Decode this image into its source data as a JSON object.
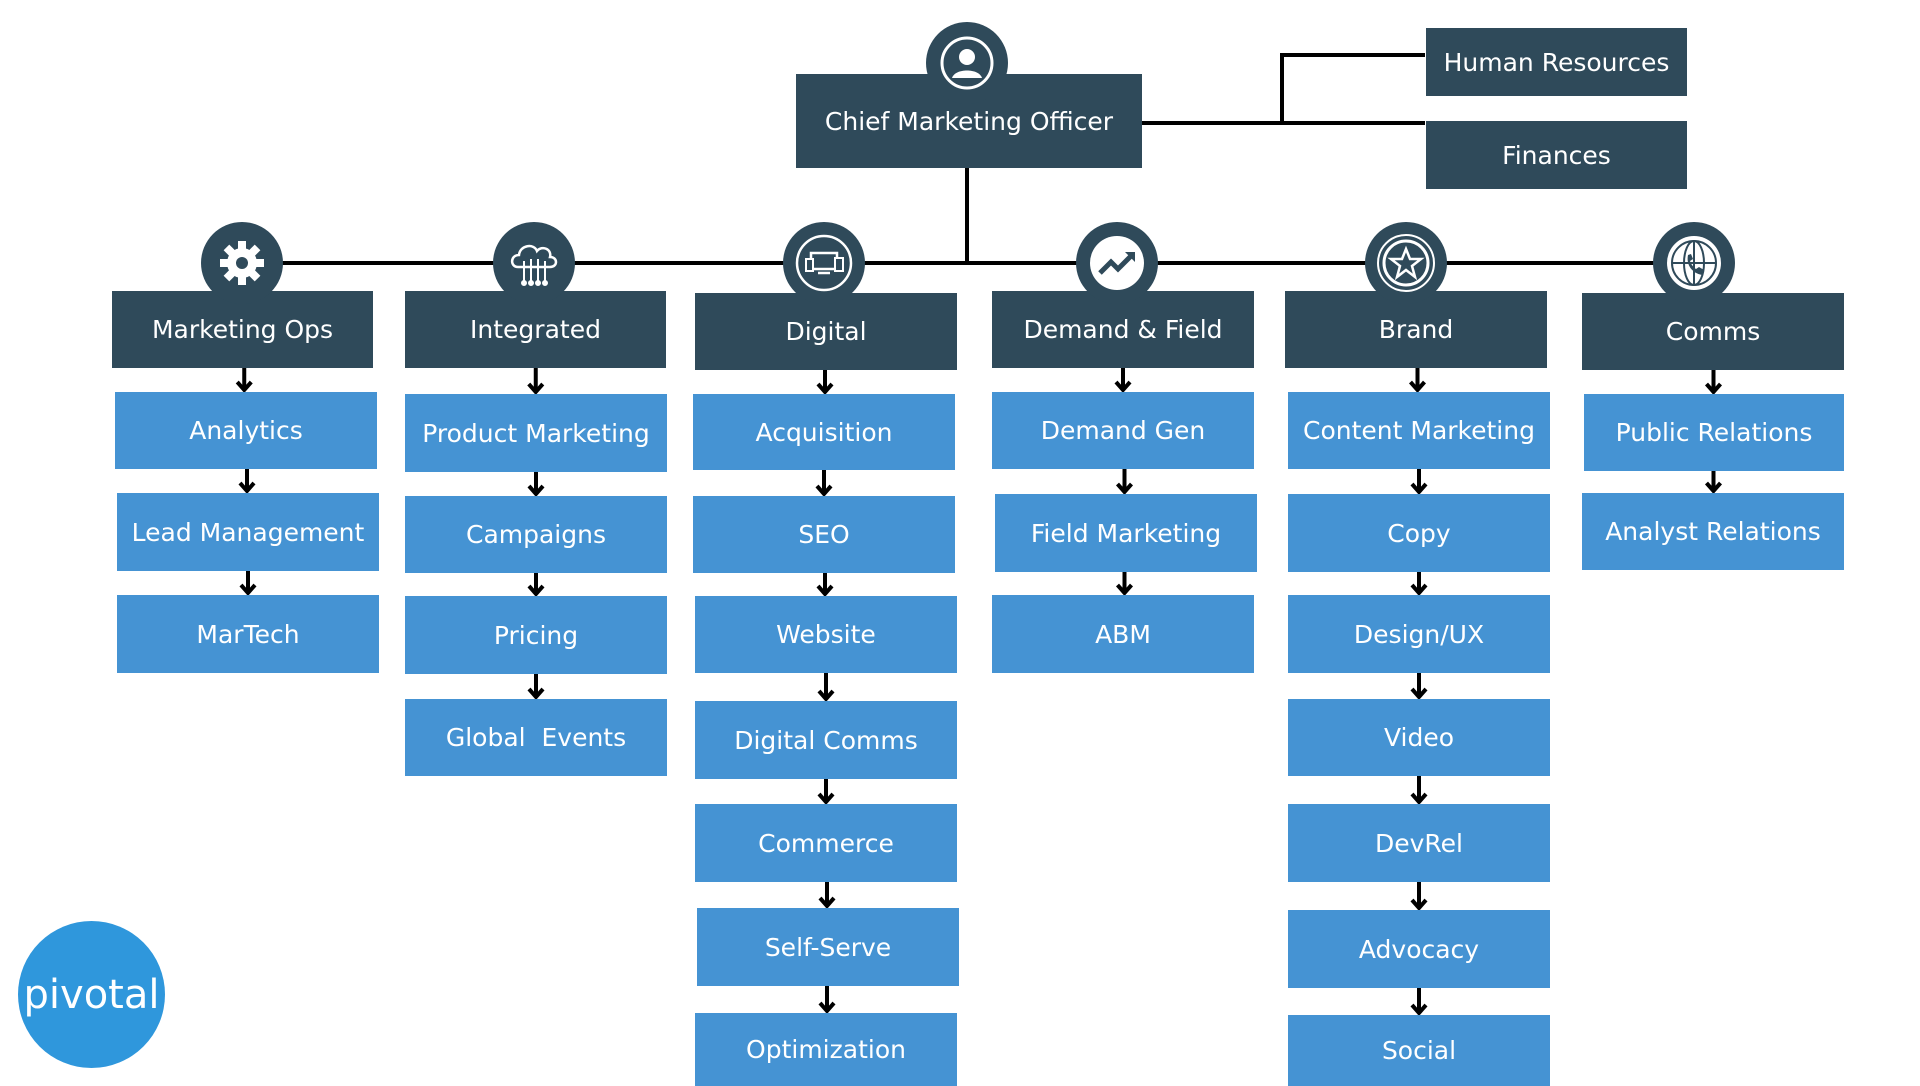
{
  "colors": {
    "dark": "#2f4a5a",
    "blue": "#4593d3",
    "logo": "#2f97dc",
    "line": "#000000"
  },
  "ceo": {
    "label": "Chief Marketing Officer",
    "icon": "person-icon"
  },
  "side": [
    {
      "label": "Human Resources"
    },
    {
      "label": "Finances"
    }
  ],
  "departments": [
    {
      "label": "Marketing Ops",
      "icon": "gear-icon",
      "children": [
        "Analytics",
        "Lead Management",
        "MarTech"
      ]
    },
    {
      "label": "Integrated",
      "icon": "cloud-circuit-icon",
      "children": [
        "Product Marketing",
        "Campaigns",
        "Pricing",
        "Global  Events"
      ]
    },
    {
      "label": "Digital",
      "icon": "devices-icon",
      "children": [
        "Acquisition",
        "SEO",
        "Website",
        "Digital Comms",
        "Commerce",
        "Self-Serve",
        "Optimization"
      ]
    },
    {
      "label": "Demand & Field",
      "icon": "trend-up-icon",
      "children": [
        "Demand Gen",
        "Field Marketing",
        "ABM"
      ]
    },
    {
      "label": "Brand",
      "icon": "star-badge-icon",
      "children": [
        "Content Marketing",
        "Copy",
        "Design/UX",
        "Video",
        "DevRel",
        "Advocacy",
        "Social"
      ]
    },
    {
      "label": "Comms",
      "icon": "globe-phone-icon",
      "children": [
        "Public Relations",
        "Analyst Relations"
      ]
    }
  ],
  "logo": {
    "text": "pivotal"
  }
}
